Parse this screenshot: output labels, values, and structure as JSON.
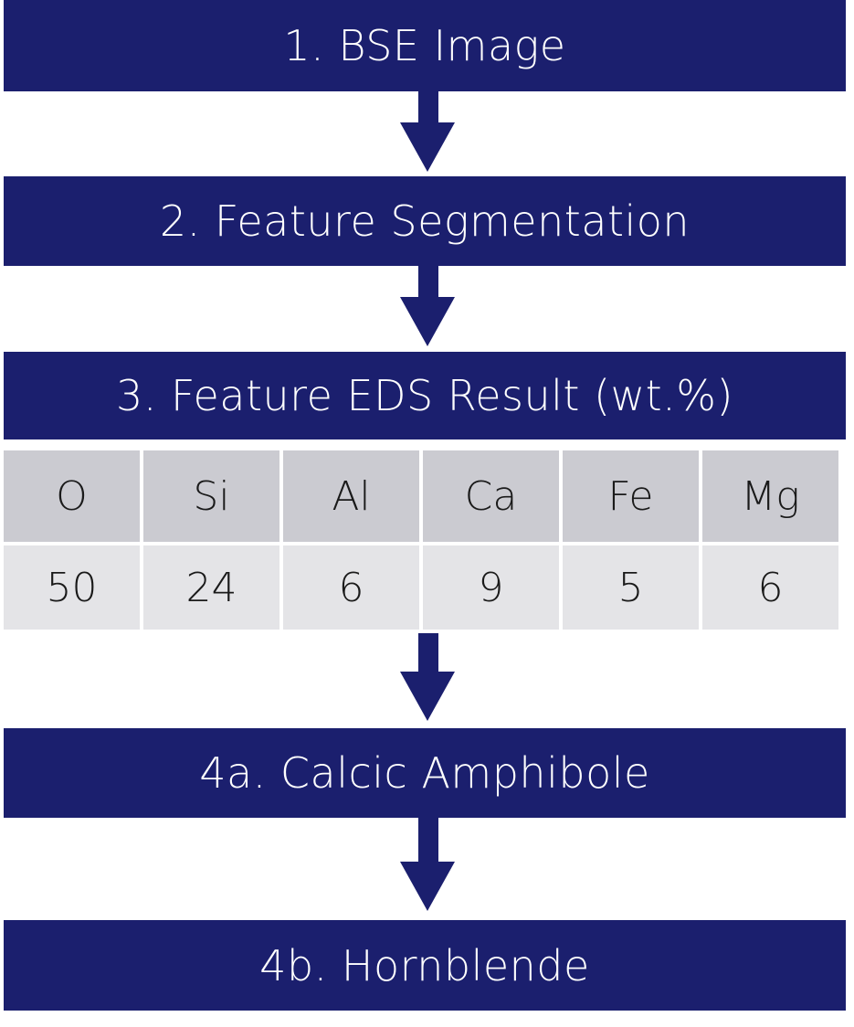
{
  "steps": {
    "step1": "1. BSE Image",
    "step2": "2. Feature Segmentation",
    "step3": "3. Feature EDS Result (wt.%)",
    "step4": "4a. Calcic Amphibole",
    "step5": "4b. Hornblende"
  },
  "eds_table": {
    "elements": [
      "O",
      "Si",
      "Al",
      "Ca",
      "Fe",
      "Mg"
    ],
    "values": [
      "50",
      "24",
      "6",
      "9",
      "5",
      "6"
    ]
  },
  "colors": {
    "box_fill": "#1b1f6e",
    "header_cell": "#cbcbd1",
    "value_cell": "#e4e4e7"
  }
}
